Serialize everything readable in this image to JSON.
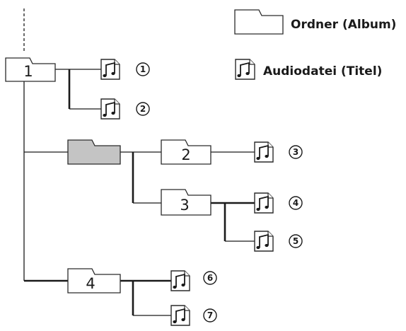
{
  "legend": {
    "folder_label": "Ordner (Album)",
    "file_label": "Audiodatei (Titel)"
  },
  "folders": [
    {
      "label": "1"
    },
    {
      "label": ""
    },
    {
      "label": "2"
    },
    {
      "label": "3"
    },
    {
      "label": "4"
    }
  ],
  "files": [
    {
      "number": "1"
    },
    {
      "number": "2"
    },
    {
      "number": "3"
    },
    {
      "number": "4"
    },
    {
      "number": "5"
    },
    {
      "number": "6"
    },
    {
      "number": "7"
    }
  ],
  "colors": {
    "line": "#1a1a1a",
    "selected_folder_fill": "#c4c4c4"
  },
  "icons": {
    "folder": "folder-icon",
    "audio_file": "music-note-file-icon"
  }
}
